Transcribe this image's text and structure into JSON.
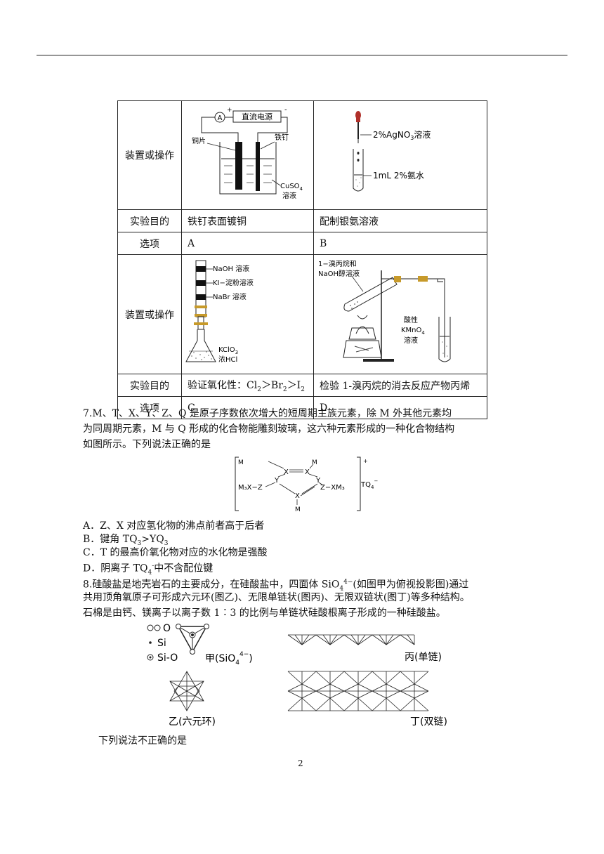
{
  "table": {
    "row_label_device": "装置或操作",
    "row_label_purpose": "实验目的",
    "row_label_option": "选项",
    "A": {
      "purpose": "铁钉表面镀铜",
      "option": "A",
      "labels": {
        "power": "直流电源",
        "ammeter": "A",
        "plus": "+",
        "minus": "-",
        "left_electrode": "铜片",
        "right_electrode": "铁钉",
        "solution": "CuSO",
        "solution_sub": "4",
        "solution_word": "溶液"
      }
    },
    "B": {
      "purpose": "配制银氨溶液",
      "option": "B",
      "labels": {
        "dropper": "2%AgNO",
        "dropper_sub": "3",
        "dropper_word": "溶液",
        "tube": "1mL 2%氨水"
      }
    },
    "C": {
      "purpose_prefix": "验证氧化性：Cl",
      "purpose_sub1": "2",
      "purpose_mid1": "＞Br",
      "purpose_sub2": "2",
      "purpose_mid2": "＞I",
      "purpose_sub3": "2",
      "option": "C",
      "labels": {
        "l1": "NaOH 溶液",
        "l2": "KI−淀粉溶液",
        "l3": "NaBr 溶液",
        "flask1": "KClO",
        "flask1_sub": "3",
        "flask2": "浓HCl"
      }
    },
    "D": {
      "purpose": "检验 1-溴丙烷的消去反应产物丙烯",
      "option": "D",
      "labels": {
        "reagent1": "1−溴丙烷和",
        "reagent2": "NaOH醇溶液",
        "kmno1": "酸性",
        "kmno2": "KMnO",
        "kmno2_sub": "4",
        "kmno3": "溶液"
      }
    }
  },
  "q7": {
    "line1": "7.M、T、X、Y、Z、Q 是原子序数依次增大的短周期主族元素，除 M 外其他元素均",
    "line2": "为同周期元素，M 与 Q 形成的化合物能雕刻玻璃，这六种元素形成的一种化合物结构",
    "line3": "如图所示。下列说法正确的是",
    "structure": {
      "M": "M",
      "X": "X",
      "Y": "Y",
      "Z": "Z",
      "left_group": "M₃X−Z",
      "right_group": "Z−XM₃",
      "anion": "TQ",
      "anion_sub": "4",
      "anion_sup": "−",
      "charge": "+"
    },
    "options": [
      {
        "text": "A．Z、X 对应氢化物的沸点前者高于后者"
      },
      {
        "pre": "B．键角 TQ",
        "s1": "3",
        "mid": ">YQ",
        "s2": "3"
      },
      {
        "text": "C．T 的最高价氧化物对应的水化物是强酸"
      },
      {
        "pre": "D．阴离子 TQ",
        "s1": "4",
        "sup": "-",
        "post": "中不含配位键"
      }
    ]
  },
  "q8": {
    "line1_pre": "8.硅酸盐是地壳岩石的主要成分，在硅酸盐中，四面体 SiO",
    "line1_sub": "4",
    "line1_sup": "4−",
    "line1_post": "(如图甲为俯视投影图)通过",
    "line2": "共用顶角氧原子可形成六元环(图乙)、无限单链状(图丙)、无限双链状(图丁)等多种结构。",
    "line3": "石棉是由钙、镁离子以离子数 1∶3 的比例与单链状硅酸根离子形成的一种硅酸盐。",
    "legend": {
      "o": "O",
      "si": "Si",
      "sio": "Si-O"
    },
    "fig_jia": "甲(SiO",
    "fig_jia_sub": "4",
    "fig_jia_sup": "4−",
    "fig_jia_close": ")",
    "fig_bing": "丙(单链)",
    "fig_yi": "乙(六元环)",
    "fig_ding": "丁(双链)",
    "question": "下列说法不正确的是"
  },
  "page_number": "2"
}
